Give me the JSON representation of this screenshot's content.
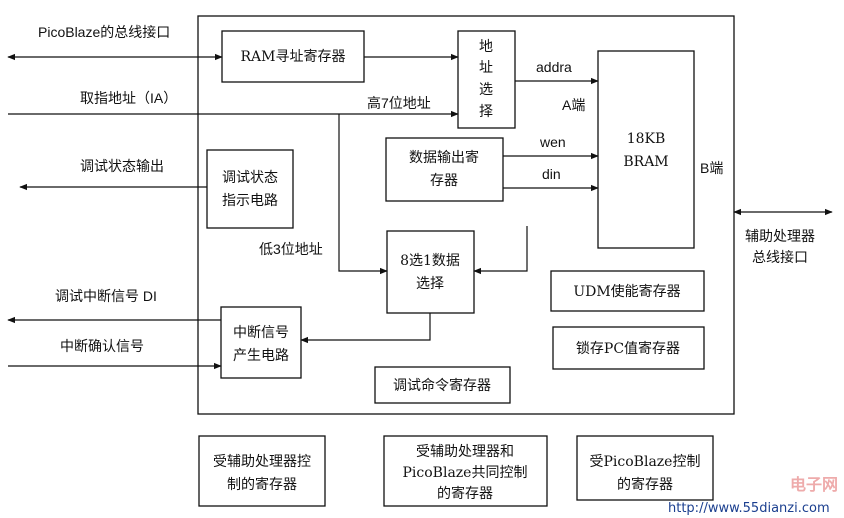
{
  "external": {
    "picoblaze_bus": "PicoBlaze的总线接口",
    "fetch_address": "取指地址（IA）",
    "debug_status_output": "调试状态输出",
    "debug_interrupt_signal": "调试中断信号 DI",
    "interrupt_ack_signal": "中断确认信号",
    "coprocessor_bus_line1": "辅助处理器",
    "coprocessor_bus_line2": "总线接口"
  },
  "blocks": {
    "ram_addr_reg": "RAM寻址寄存器",
    "addr_select": [
      "地",
      "址",
      "选",
      "择"
    ],
    "bram": [
      "18KB",
      "BRAM"
    ],
    "data_out_reg": [
      "数据输出寄",
      "存器"
    ],
    "debug_status_indicator": [
      "调试状态",
      "指示电路"
    ],
    "mux_8to1": [
      "8选1数据",
      "选择"
    ],
    "udm_enable_reg": "UDM使能寄存器",
    "latch_pc_reg": "锁存PC值寄存器",
    "interrupt_gen": [
      "中断信号",
      "产生电路"
    ],
    "debug_cmd_reg": "调试命令寄存器"
  },
  "signals": {
    "addra": "addra",
    "port_a": "A端",
    "wen": "wen",
    "din": "din",
    "port_b": "B端",
    "high7": "高7位地址",
    "low3": "低3位地址"
  },
  "legend": {
    "coproc_ctrl": [
      "受辅助处理器控",
      "制的寄存器"
    ],
    "shared_ctrl": [
      "受辅助处理器和",
      "PicoBlaze共同控制",
      "的寄存器"
    ],
    "picoblaze_ctrl": [
      "受PicoBlaze控制",
      "的寄存器"
    ]
  },
  "watermark": {
    "url": "http://www.55dianzi.com",
    "logo": "电子网"
  }
}
